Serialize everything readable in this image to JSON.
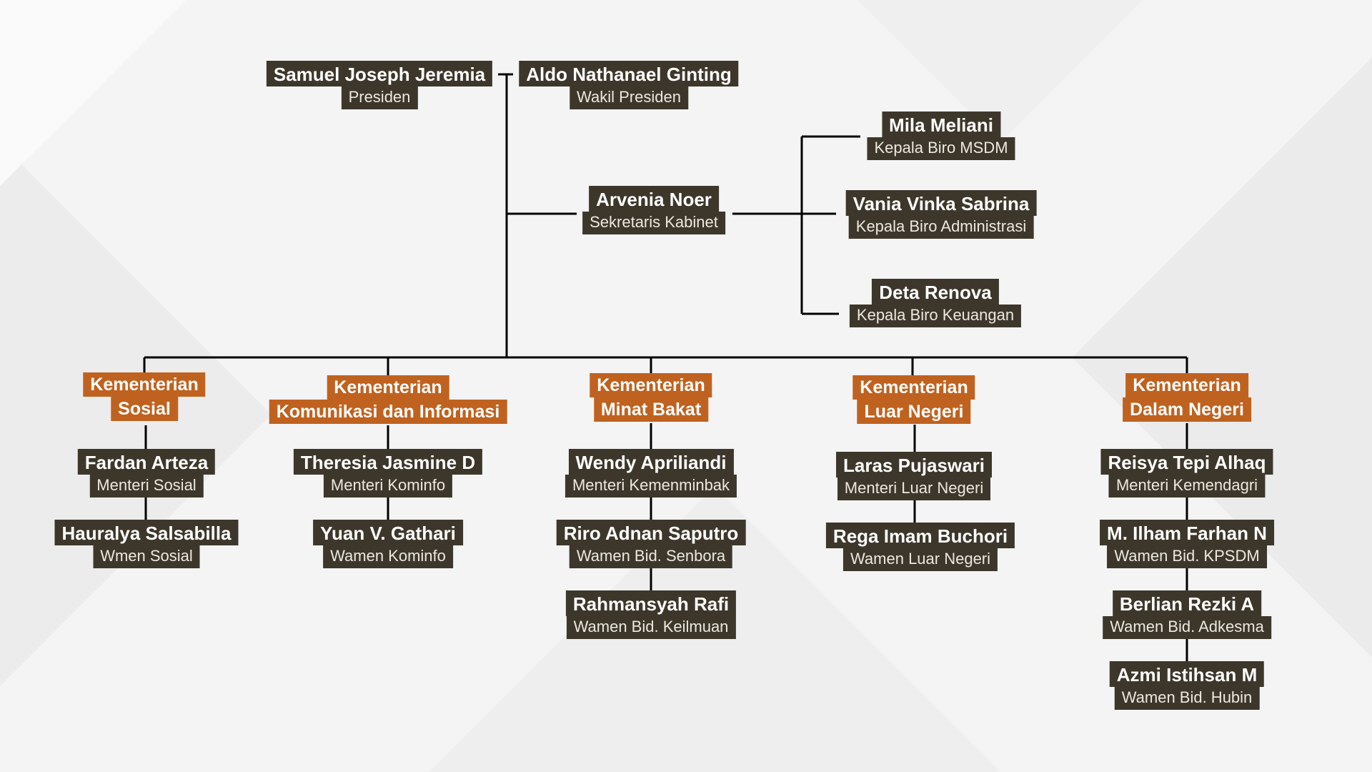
{
  "colors": {
    "box": "#3d372b",
    "accent": "#c0621f",
    "line": "#000000"
  },
  "leaders": {
    "president": {
      "name": "Samuel Joseph Jeremia",
      "role": "Presiden"
    },
    "vice": {
      "name": "Aldo Nathanael Ginting",
      "role": "Wakil Presiden"
    },
    "secretary": {
      "name": "Arvenia Noer",
      "role": "Sekretaris Kabinet"
    }
  },
  "bureaus": [
    {
      "name": "Mila Meliani",
      "role": "Kepala Biro MSDM"
    },
    {
      "name": "Vania Vinka Sabrina",
      "role": "Kepala Biro Administrasi"
    },
    {
      "name": "Deta Renova",
      "role": "Kepala Biro Keuangan"
    }
  ],
  "ministries": [
    {
      "line1": "Kementerian",
      "line2": "Sosial",
      "members": [
        {
          "name": "Fardan Arteza",
          "role": "Menteri Sosial"
        },
        {
          "name": "Hauralya Salsabilla",
          "role": "Wmen Sosial"
        }
      ]
    },
    {
      "line1": "Kementerian",
      "line2": "Komunikasi dan Informasi",
      "members": [
        {
          "name": "Theresia Jasmine D",
          "role": "Menteri Kominfo"
        },
        {
          "name": "Yuan V. Gathari",
          "role": "Wamen Kominfo"
        }
      ]
    },
    {
      "line1": "Kementerian",
      "line2": "Minat Bakat",
      "members": [
        {
          "name": "Wendy Apriliandi",
          "role": "Menteri Kemenminbak"
        },
        {
          "name": "Riro Adnan Saputro",
          "role": "Wamen Bid. Senbora"
        },
        {
          "name": "Rahmansyah Rafi",
          "role": "Wamen Bid. Keilmuan"
        }
      ]
    },
    {
      "line1": "Kementerian",
      "line2": "Luar Negeri",
      "members": [
        {
          "name": "Laras Pujaswari",
          "role": "Menteri Luar Negeri"
        },
        {
          "name": "Rega Imam Buchori",
          "role": "Wamen Luar Negeri"
        }
      ]
    },
    {
      "line1": "Kementerian",
      "line2": "Dalam Negeri",
      "members": [
        {
          "name": "Reisya Tepi Alhaq",
          "role": "Menteri Kemendagri"
        },
        {
          "name": "M. Ilham Farhan N",
          "role": "Wamen Bid. KPSDM"
        },
        {
          "name": "Berlian Rezki A",
          "role": "Wamen Bid. Adkesma"
        },
        {
          "name": "Azmi Istihsan M",
          "role": "Wamen Bid. Hubin"
        }
      ]
    }
  ]
}
